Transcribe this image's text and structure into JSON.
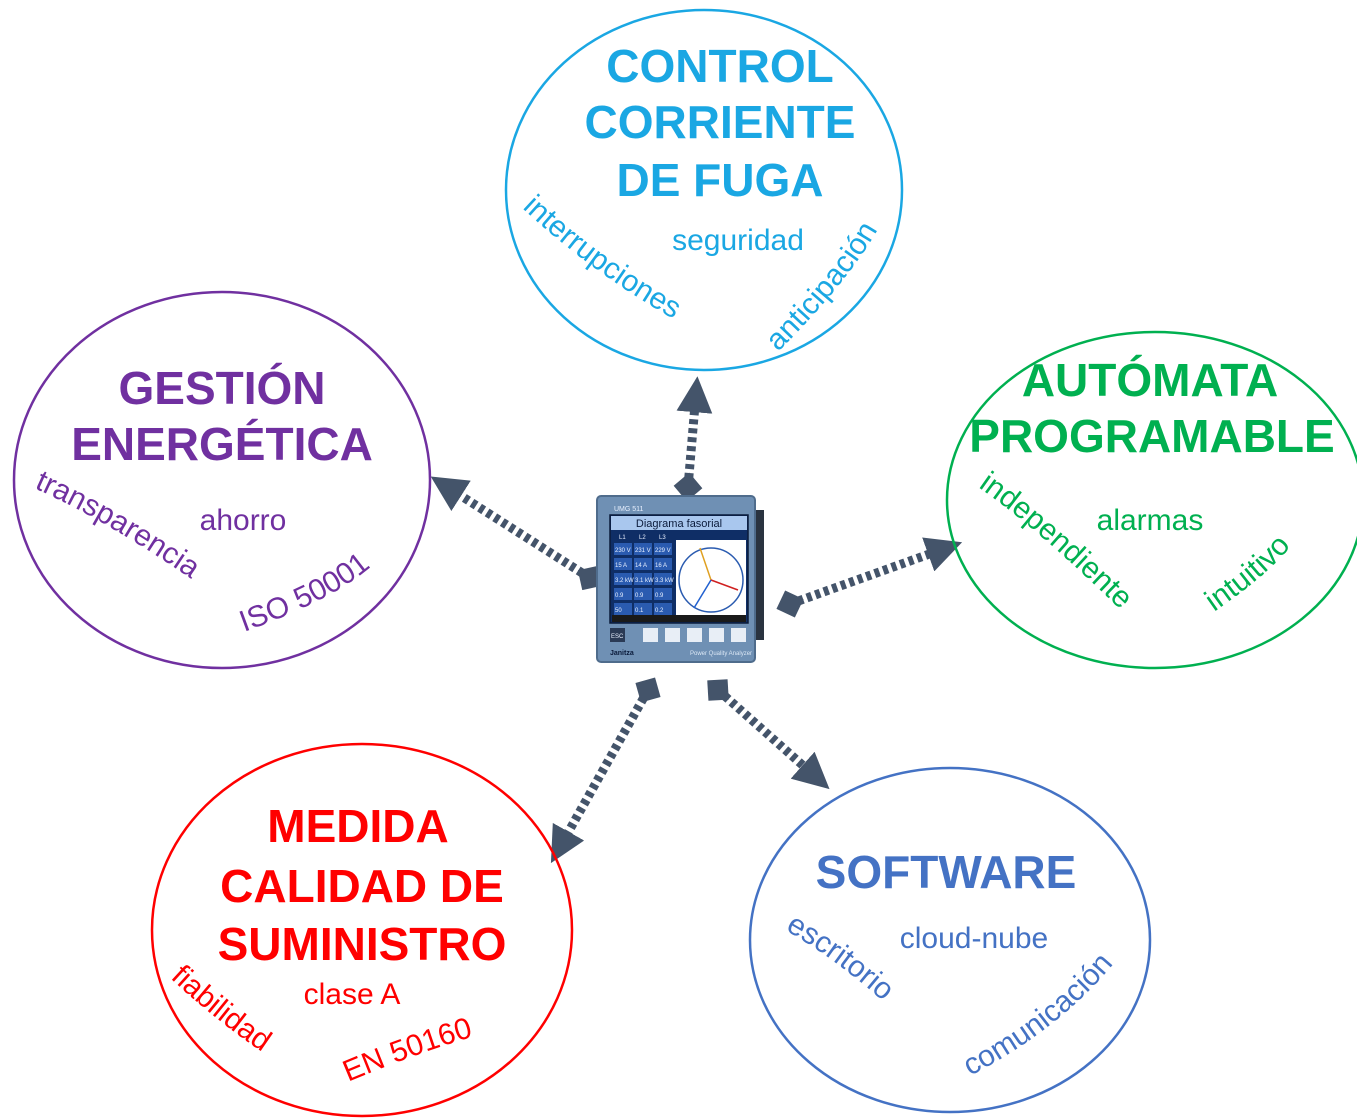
{
  "device": {
    "model_label": "UMG 511",
    "screen_header": "Diagrama fasorial",
    "brand": "Janitza",
    "subtitle": "Power Quality Analyzer",
    "column_labels": [
      "L1",
      "L2",
      "L3",
      "",
      "",
      ""
    ],
    "cells": [
      "230 V",
      "231 V",
      "229 V",
      "15 A",
      "14 A",
      "16 A",
      "3.2 kW",
      "3.1 kW",
      "3.3 kW",
      "0.9",
      "0.9",
      "0.9",
      "50",
      "0.1",
      "0.2"
    ],
    "key_label": "ESC"
  },
  "bubbles": [
    {
      "id": "control",
      "color": "#1aa7e3",
      "title": [
        "CONTROL",
        "CORRIENTE",
        "DE FUGA"
      ],
      "keywords": [
        "interrupciones",
        "seguridad",
        "anticipación"
      ]
    },
    {
      "id": "gestion",
      "color": "#7030a0",
      "title": [
        "GESTIÓN",
        "ENERGÉTICA"
      ],
      "keywords": [
        "transparencia",
        "ahorro",
        "ISO 50001"
      ]
    },
    {
      "id": "automata",
      "color": "#00b050",
      "title": [
        "AUTÓMATA",
        "PROGRAMABLE"
      ],
      "keywords": [
        "independiente",
        "alarmas",
        "intuitivo"
      ]
    },
    {
      "id": "medida",
      "color": "#ff0000",
      "title": [
        "MEDIDA",
        "CALIDAD DE",
        "SUMINISTRO"
      ],
      "keywords": [
        "clase A",
        "fiabilidad",
        "EN 50160"
      ]
    },
    {
      "id": "software",
      "color": "#4472c4",
      "title": [
        "SOFTWARE"
      ],
      "keywords": [
        "escritorio",
        "cloud-nube",
        "comunicación"
      ]
    }
  ],
  "arrow_color": "#44546a"
}
